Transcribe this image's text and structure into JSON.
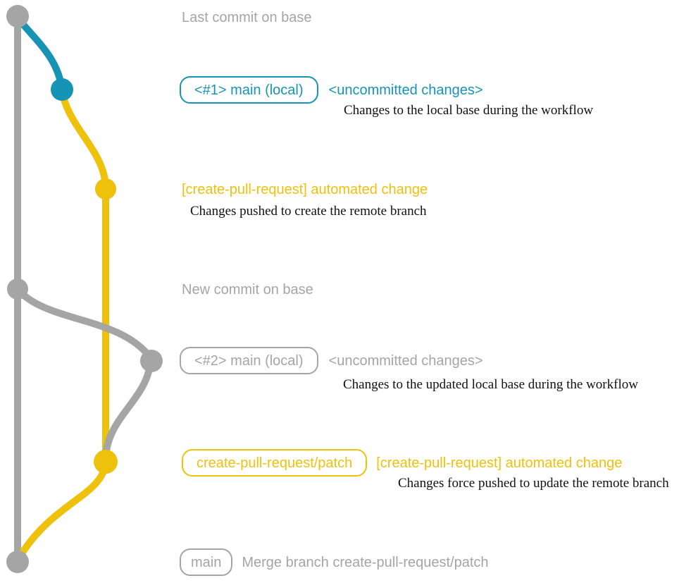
{
  "colors": {
    "gray": "#a5a5a5",
    "blue": "#1793b5",
    "yellow": "#eec10d",
    "text": "#111111",
    "background": "#ffffff"
  },
  "entries": {
    "last_commit": {
      "label": "Last commit on base"
    },
    "uncommitted_1": {
      "badge": "<#1> main (local)",
      "title": "<uncommitted changes>",
      "desc": "Changes to the local base during the workflow"
    },
    "automated_1": {
      "title": "[create-pull-request] automated change",
      "desc": "Changes pushed to create the remote branch"
    },
    "new_commit": {
      "label": "New commit on base"
    },
    "uncommitted_2": {
      "badge": "<#2> main (local)",
      "title": "<uncommitted changes>",
      "desc": "Changes to the updated local base during the workflow"
    },
    "automated_2": {
      "badge": "create-pull-request/patch",
      "title": "[create-pull-request] automated change",
      "desc": "Changes force pushed to update the remote branch"
    },
    "merge": {
      "badge": "main",
      "title": "Merge branch create-pull-request/patch"
    }
  }
}
